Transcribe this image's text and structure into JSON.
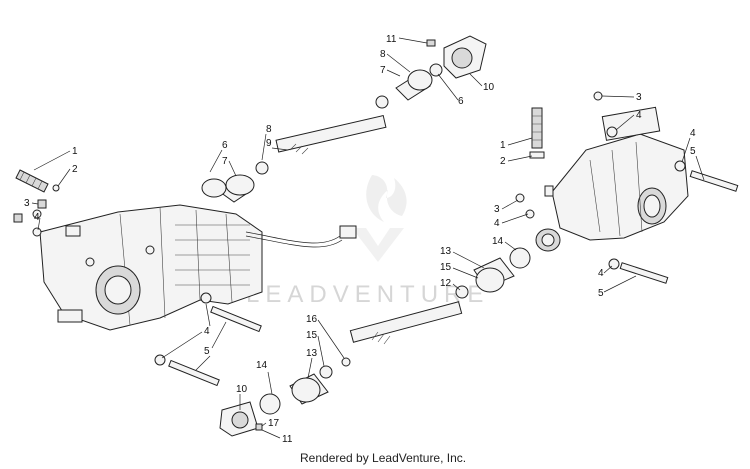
{
  "watermark": {
    "brand": "LEADVENTURE",
    "color": "#d6d6d6"
  },
  "footer": {
    "credit": "Rendered by LeadVenture, Inc."
  },
  "callouts": {
    "c11a": "11",
    "c8a": "8",
    "c7a": "7",
    "c10a": "10",
    "c6a": "6",
    "c6b": "6",
    "c8b": "8",
    "c7b": "7",
    "c9b": "9",
    "c1l": "1",
    "c2l": "2",
    "c3l": "3",
    "c4l": "4",
    "c3r": "3",
    "c4r": "4",
    "c4r2": "4",
    "c5r": "5",
    "c1r": "1",
    "c2r": "2",
    "c3r2": "3",
    "c4r3": "4",
    "c13r": "13",
    "c14r": "14",
    "c15r": "15",
    "c12r": "12",
    "c4r4": "4",
    "c5r2": "5",
    "c4m": "4",
    "c5m": "5",
    "c16": "16",
    "c15b": "15",
    "c13b": "13",
    "c14b": "14",
    "c10b": "10",
    "c17": "17",
    "c11b": "11"
  }
}
